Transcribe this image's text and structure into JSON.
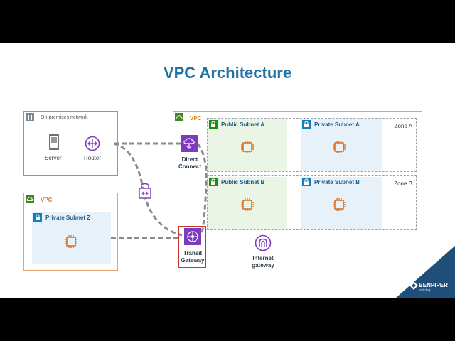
{
  "title": "VPC Architecture",
  "onprem": {
    "label": "On-premises network",
    "server": "Server",
    "router": "Router"
  },
  "vpc_z": {
    "label": "VPC",
    "subnet": "Private Subnet Z"
  },
  "vpc_main": {
    "label": "VPC",
    "subnets": {
      "public_a": "Public Subnet A",
      "private_a": "Private Subnet A",
      "public_b": "Public Subnet B",
      "private_b": "Private Subnet B"
    },
    "zones": {
      "a": "Zone A",
      "b": "Zone B"
    }
  },
  "services": {
    "direct_connect": [
      "Direct",
      "Connect"
    ],
    "transit_gateway": [
      "Transit",
      "Gateway"
    ],
    "internet_gateway": [
      "Internet",
      "gateway"
    ]
  },
  "brand": {
    "name": "BENPIPER",
    "tagline": "training"
  },
  "colors": {
    "title": "#2471A3",
    "vpc_border": "#E8A36A",
    "vpc_text": "#D9821E",
    "ec2": "#D86613",
    "purple": "#7D3BBE",
    "subnet_text": "#1F5E8C",
    "brand_bg": "#1F4E79"
  }
}
